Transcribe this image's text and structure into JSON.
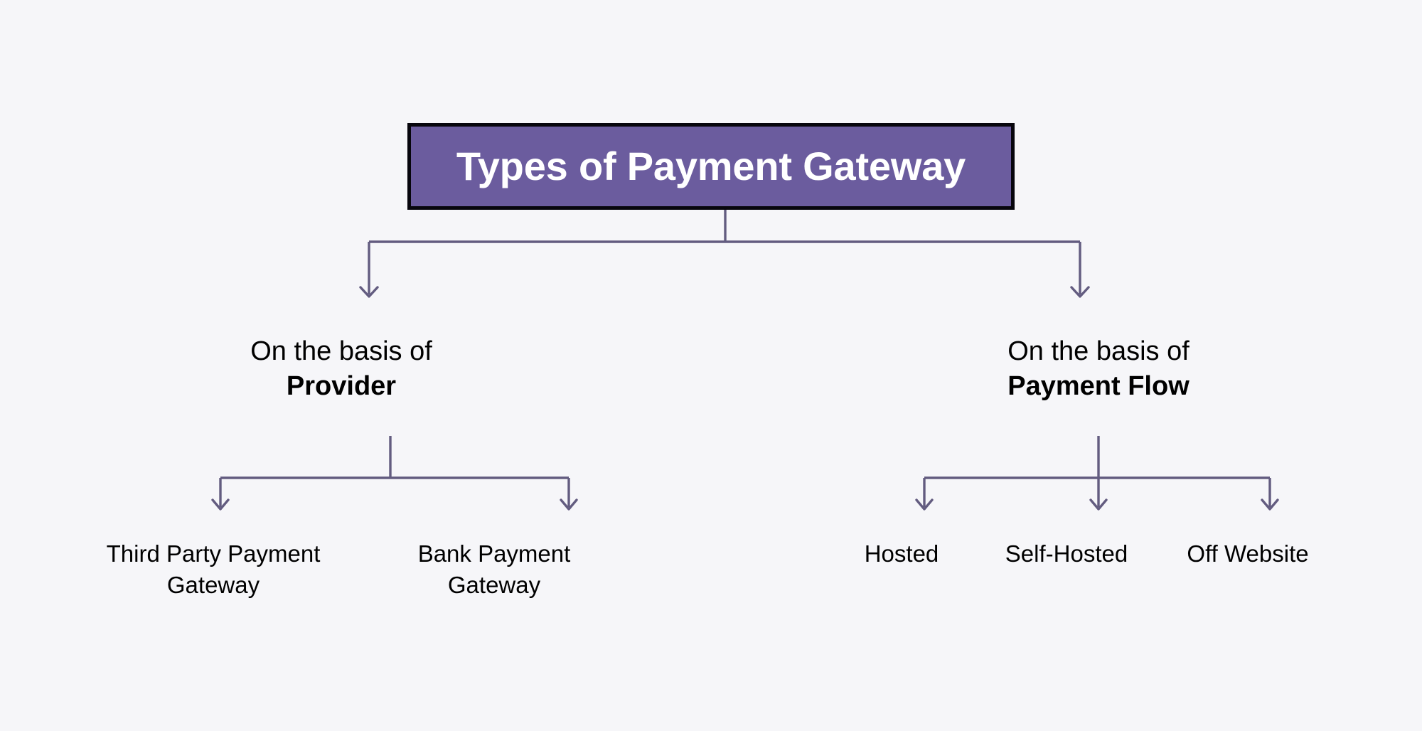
{
  "meta": {
    "background_color": "#f6f6f9",
    "connector_color": "#635c80",
    "accent_color": "#6b5c9e",
    "border_color": "#07060d",
    "text_color": "#000000"
  },
  "root": {
    "label": "Types of Payment Gateway"
  },
  "categories": [
    {
      "id": "provider",
      "prefix": "On the basis of",
      "name": "Provider"
    },
    {
      "id": "payment-flow",
      "prefix": "On the basis of",
      "name": "Payment Flow"
    }
  ],
  "leaves": [
    {
      "id": "third-party",
      "label": "Third Party Payment Gateway",
      "parent": "provider"
    },
    {
      "id": "bank",
      "label": "Bank Payment Gateway",
      "parent": "provider"
    },
    {
      "id": "hosted",
      "label": "Hosted",
      "parent": "payment-flow"
    },
    {
      "id": "self-hosted",
      "label": "Self-Hosted",
      "parent": "payment-flow"
    },
    {
      "id": "off-website",
      "label": "Off Website",
      "parent": "payment-flow"
    }
  ],
  "chart_data": {
    "type": "tree-diagram",
    "title": "Types of Payment Gateway",
    "orientation": "top-down",
    "levels": 3,
    "nodes": [
      {
        "level": 0,
        "label": "Types of Payment Gateway",
        "style": "filled-box"
      },
      {
        "level": 1,
        "label": "On the basis of Provider",
        "style": "plain-text"
      },
      {
        "level": 1,
        "label": "On the basis of Payment Flow",
        "style": "plain-text"
      },
      {
        "level": 2,
        "label": "Third Party Payment Gateway",
        "style": "plain-text"
      },
      {
        "level": 2,
        "label": "Bank Payment Gateway",
        "style": "plain-text"
      },
      {
        "level": 2,
        "label": "Hosted",
        "style": "plain-text"
      },
      {
        "level": 2,
        "label": "Self-Hosted",
        "style": "plain-text"
      },
      {
        "level": 2,
        "label": "Off Website",
        "style": "plain-text"
      }
    ],
    "edges": [
      {
        "from": "Types of Payment Gateway",
        "to": "On the basis of Provider",
        "arrow": true
      },
      {
        "from": "Types of Payment Gateway",
        "to": "On the basis of Payment Flow",
        "arrow": true
      },
      {
        "from": "On the basis of Provider",
        "to": "Third Party Payment Gateway",
        "arrow": true
      },
      {
        "from": "On the basis of Provider",
        "to": "Bank Payment Gateway",
        "arrow": true
      },
      {
        "from": "On the basis of Payment Flow",
        "to": "Hosted",
        "arrow": true
      },
      {
        "from": "On the basis of Payment Flow",
        "to": "Self-Hosted",
        "arrow": true
      },
      {
        "from": "On the basis of Payment Flow",
        "to": "Off Website",
        "arrow": true
      }
    ]
  }
}
